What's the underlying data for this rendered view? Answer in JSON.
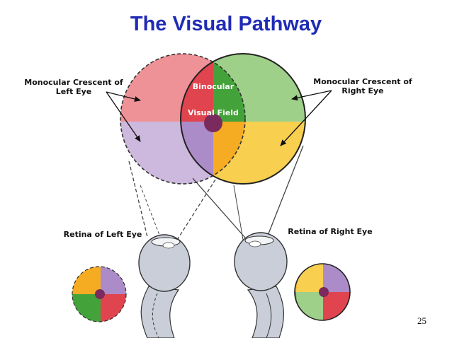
{
  "slide": {
    "title": "The Visual Pathway",
    "page_number": "25"
  },
  "labels": {
    "left_crescent_line1": "Monocular Crescent of",
    "left_crescent_line2": "Left Eye",
    "right_crescent_line1": "Monocular Crescent of",
    "right_crescent_line2": "Right Eye",
    "binocular": "Binocular",
    "visual_field": "Visual Field",
    "retina_left": "Retina of Left Eye",
    "retina_right": "Retina of Right Eye"
  },
  "colors": {
    "title": "#1f2bb5",
    "red": "#e0444e",
    "light_red": "#ee9298",
    "green": "#43a33a",
    "light_green": "#9fd08a",
    "purple": "#ab8cc8",
    "light_purple": "#cdb8de",
    "orange": "#f5ab22",
    "light_orange": "#f8cf4f",
    "fovea": "#7a2a5c",
    "eyeball": "#c9ced8"
  }
}
